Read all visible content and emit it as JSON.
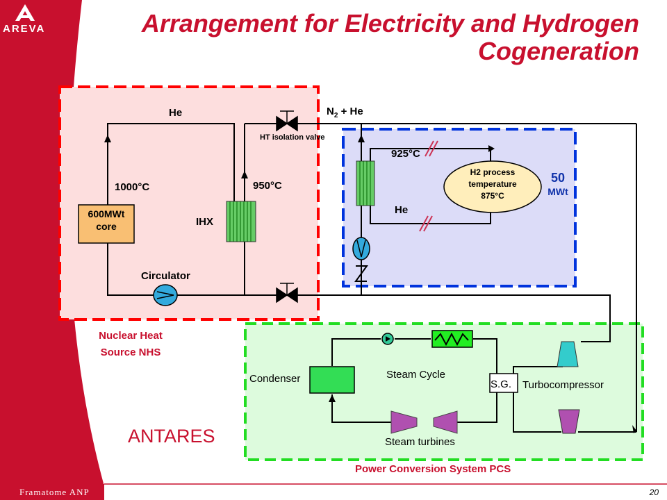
{
  "slide": {
    "title_line1": "Arrangement for Electricity and Hydrogen",
    "title_line2": "Cogeneration",
    "logo_text": "AREVA",
    "footer_company": "Framatome ANP",
    "page_number": "20"
  },
  "diagram": {
    "he_top": "He",
    "n2": "N",
    "n2_sub": "2",
    "n2_rest": " + He",
    "ht_isolation_valve": "HT isolation valve",
    "temp_925": "925°C",
    "temp_1000": "1000°C",
    "temp_950": "950°C",
    "core_line1": "600MWt",
    "core_line2": "core",
    "ihx": "IHX",
    "he_loop": "He",
    "h2_line1": "H2 process",
    "h2_line2": "temperature",
    "h2_line3": "875°C",
    "mwt_value": "50",
    "mwt_unit": "MWt",
    "circulator": "Circulator",
    "nhs_line1": "Nuclear Heat",
    "nhs_line2": "Source NHS",
    "condenser": "Condenser",
    "steam_cycle": "Steam Cycle",
    "sg": "S.G.",
    "turbocompressor": "Turbocompressor",
    "antares": "ANTARES",
    "steam_turbines": "Steam turbines",
    "pcs": "Power Conversion System PCS"
  },
  "colors": {
    "brand_red": "#c8102e",
    "nhs_fill": "#fddede",
    "h2_fill": "#dcdcf8",
    "pcs_fill": "#ddfbdd",
    "core_fill": "#f9bf73",
    "hx_green": "#66cc66",
    "condenser_green": "#33dd55",
    "turbine_purple": "#b050b0",
    "compressor_cyan": "#33cccc"
  }
}
